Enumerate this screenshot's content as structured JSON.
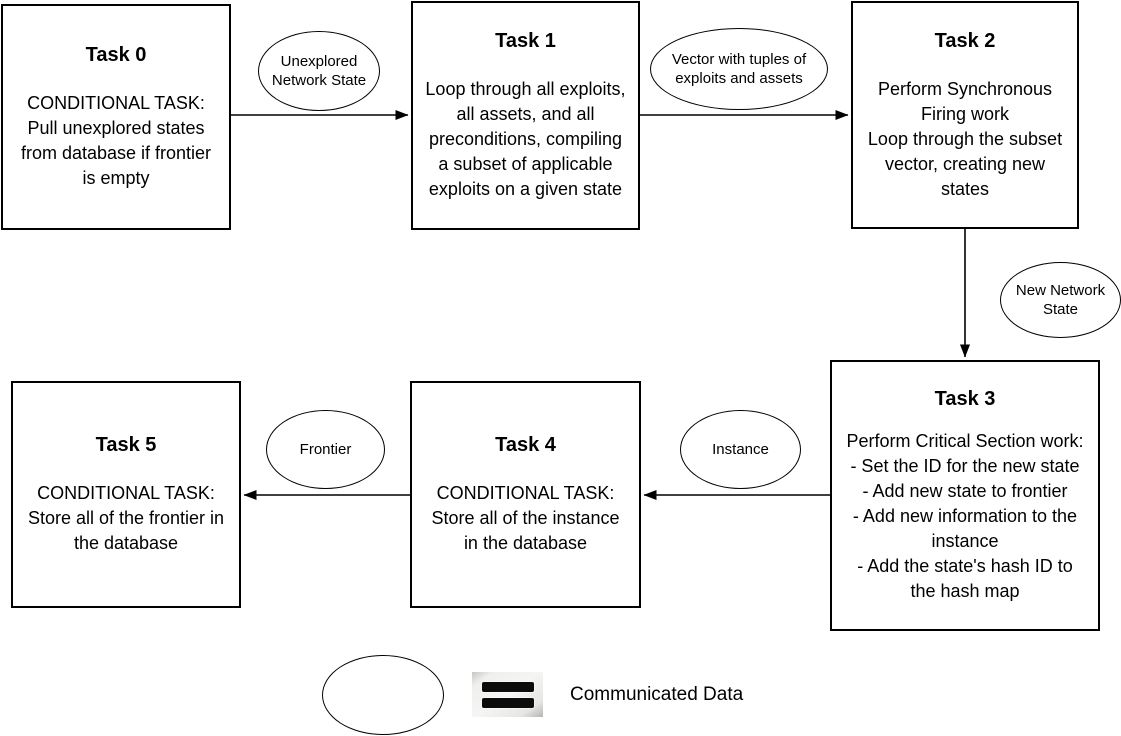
{
  "colors": {
    "stroke": "#000000",
    "text": "#000000",
    "background": "#ffffff",
    "equals_icon_bar": "#0c0c0c",
    "equals_icon_bg": "#efefed"
  },
  "tasks": [
    {
      "title": "Task 0",
      "body": "CONDITIONAL TASK:\nPull unexplored states\nfrom database if frontier\nis empty"
    },
    {
      "title": "Task 1",
      "body": "Loop through all exploits,\nall assets, and all\npreconditions, compiling\na subset of applicable\nexploits on a given state"
    },
    {
      "title": "Task 2",
      "body": "Perform Synchronous\nFiring work\nLoop through the subset\nvector, creating new\nstates"
    },
    {
      "title": "Task 3",
      "body": "Perform Critical Section work:\n- Set the ID for the new state\n- Add new state to frontier\n- Add new information to the\ninstance\n- Add the state's hash ID to\nthe hash map"
    },
    {
      "title": "Task 4",
      "body": "CONDITIONAL TASK:\nStore all of the instance\nin the database"
    },
    {
      "title": "Task 5",
      "body": "CONDITIONAL TASK:\nStore all of the frontier in\nthe database"
    }
  ],
  "data_labels": [
    {
      "label": "Unexplored\nNetwork State"
    },
    {
      "label": "Vector with tuples of\nexploits and assets"
    },
    {
      "label": "New Network\nState"
    },
    {
      "label": "Instance"
    },
    {
      "label": "Frontier"
    }
  ],
  "legend": {
    "label": "Communicated Data",
    "icon": "equals-icon"
  }
}
